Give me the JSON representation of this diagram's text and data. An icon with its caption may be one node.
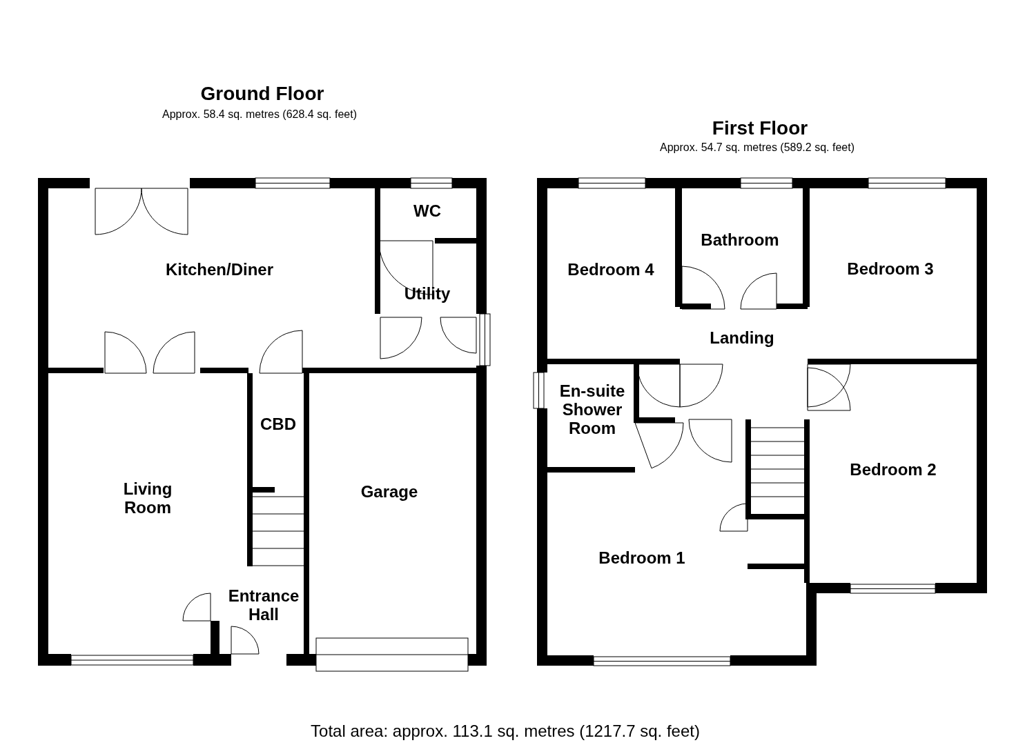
{
  "diagram": {
    "caption": "Total area: approx. 113.1 sq. metres (1217.7 sq. feet)",
    "nodes": [
      {
        "text": [
          "Ground Floor",
          "Approx. 58.4 sq. metres (628.4 sq. feet)"
        ]
      },
      {
        "text": [
          "Kitchen/Diner"
        ],
        "in": 0
      },
      {
        "text": [
          "WC"
        ],
        "in": 0
      },
      {
        "text": [
          "Utility"
        ],
        "in": 0
      },
      {
        "text": [
          "CBD"
        ],
        "in": 0
      },
      {
        "text": [
          "Living Room"
        ],
        "in": 0
      },
      {
        "text": [
          "Garage"
        ],
        "in": 0
      },
      {
        "text": [
          "Entrance Hall"
        ],
        "in": 0
      },
      {
        "text": [
          "First Floor",
          "Approx. 54.7 sq. metres (589.2 sq. feet)"
        ]
      },
      {
        "text": [
          "Bedroom 4"
        ],
        "in": 8
      },
      {
        "text": [
          "Bathroom"
        ],
        "in": 8
      },
      {
        "text": [
          "Bedroom 3"
        ],
        "in": 8
      },
      {
        "text": [
          "Landing"
        ],
        "in": 8
      },
      {
        "text": [
          "En-suite Shower Room"
        ],
        "in": 8
      },
      {
        "text": [
          "Bedroom 2"
        ],
        "in": 8
      },
      {
        "text": [
          "Bedroom 1"
        ],
        "in": 8
      }
    ],
    "edges": []
  }
}
